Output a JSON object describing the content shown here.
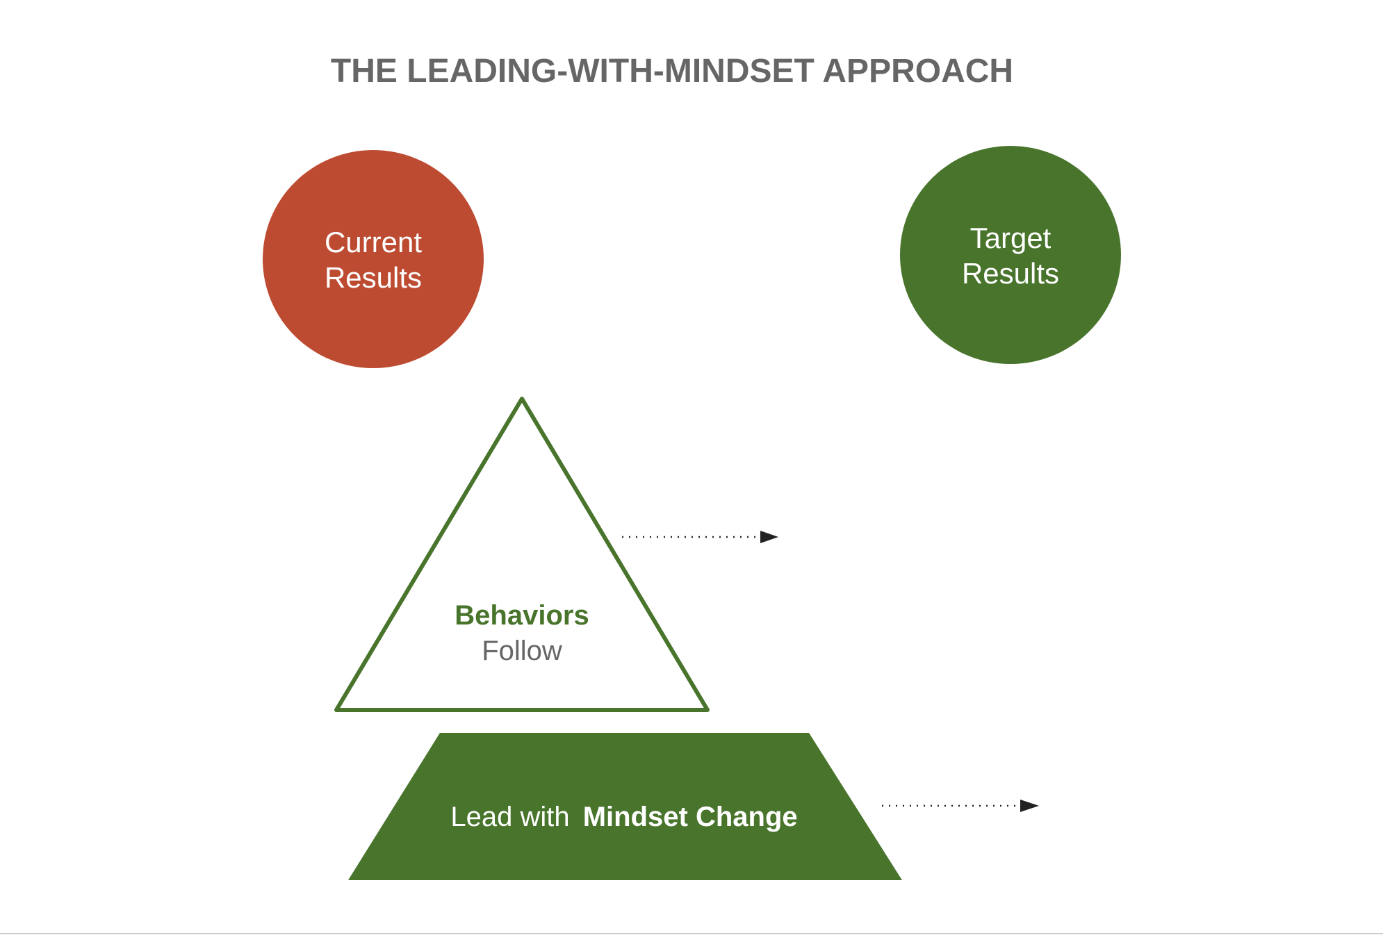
{
  "title": "THE LEADING-WITH-MINDSET APPROACH",
  "current_results": {
    "line1": "Current",
    "line2": "Results"
  },
  "target_results": {
    "line1": "Target",
    "line2": "Results"
  },
  "triangle": {
    "bold": "Behaviors",
    "regular": "Follow"
  },
  "trapezoid": {
    "regular": "Lead with ",
    "bold": "Mindset Change"
  },
  "colors": {
    "red": "#bd4b31",
    "green": "#48742c",
    "title": "#666666",
    "follow": "#666666"
  }
}
